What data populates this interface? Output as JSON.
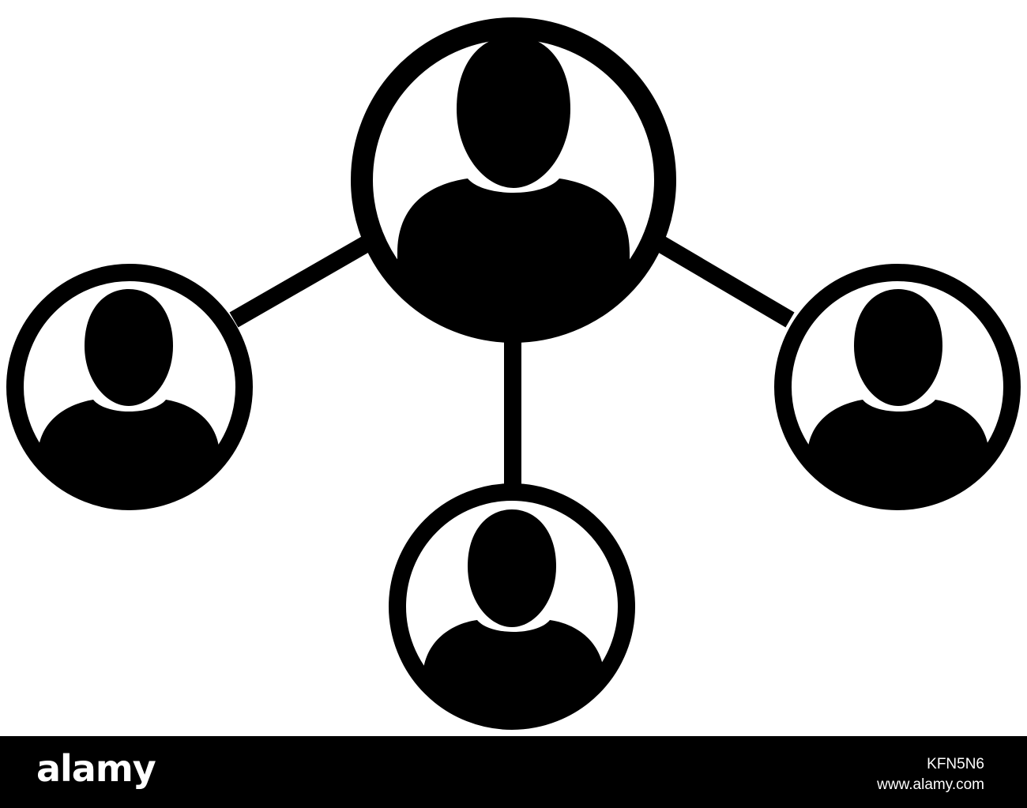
{
  "icon": {
    "name": "people-network-icon",
    "colors": {
      "foreground": "#000000",
      "background": "#ffffff"
    },
    "nodes": [
      {
        "name": "center-person"
      },
      {
        "name": "left-person"
      },
      {
        "name": "right-person"
      },
      {
        "name": "bottom-person"
      }
    ]
  },
  "watermark": {
    "brand": "alamy",
    "image_id": "KFN5N6",
    "site": "www.alamy.com",
    "bar_color": "#000000",
    "text_color": "#ffffff"
  }
}
